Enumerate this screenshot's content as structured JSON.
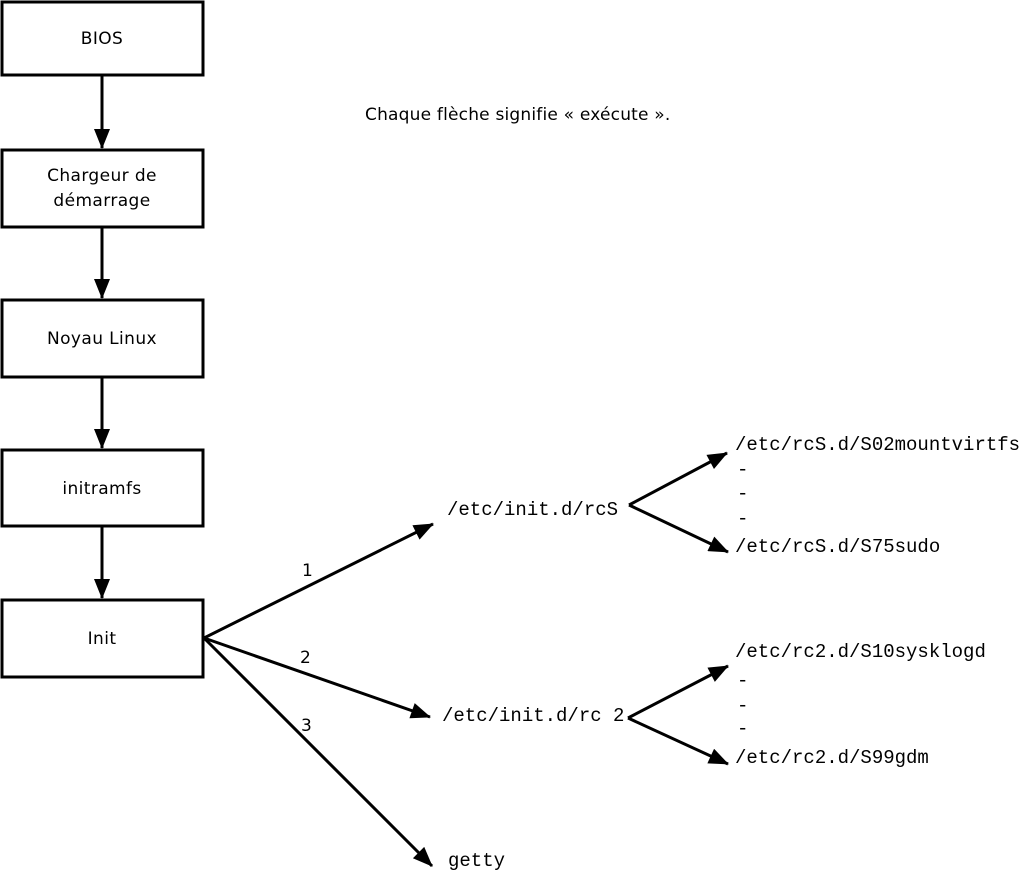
{
  "note": "Chaque flèche signifie « exécute ».",
  "boxes": {
    "bios": "BIOS",
    "bootloader_line1": "Chargeur de",
    "bootloader_line2": "démarrage",
    "kernel": "Noyau Linux",
    "initramfs": "initramfs",
    "init": "Init"
  },
  "arrow_labels": {
    "one": "1",
    "two": "2",
    "three": "3"
  },
  "scripts": {
    "rcS": "/etc/init.d/rcS",
    "rc2": "/etc/init.d/rc 2",
    "getty": "getty",
    "rcS_children": [
      "/etc/rcS.d/S02mountvirtfs",
      "-",
      "-",
      "-",
      "/etc/rcS.d/S75sudo"
    ],
    "rc2_children": [
      "/etc/rc2.d/S10sysklogd",
      "-",
      "-",
      "-",
      "/etc/rc2.d/S99gdm"
    ]
  },
  "colors": {
    "line": "#000000",
    "background": "#ffffff"
  }
}
